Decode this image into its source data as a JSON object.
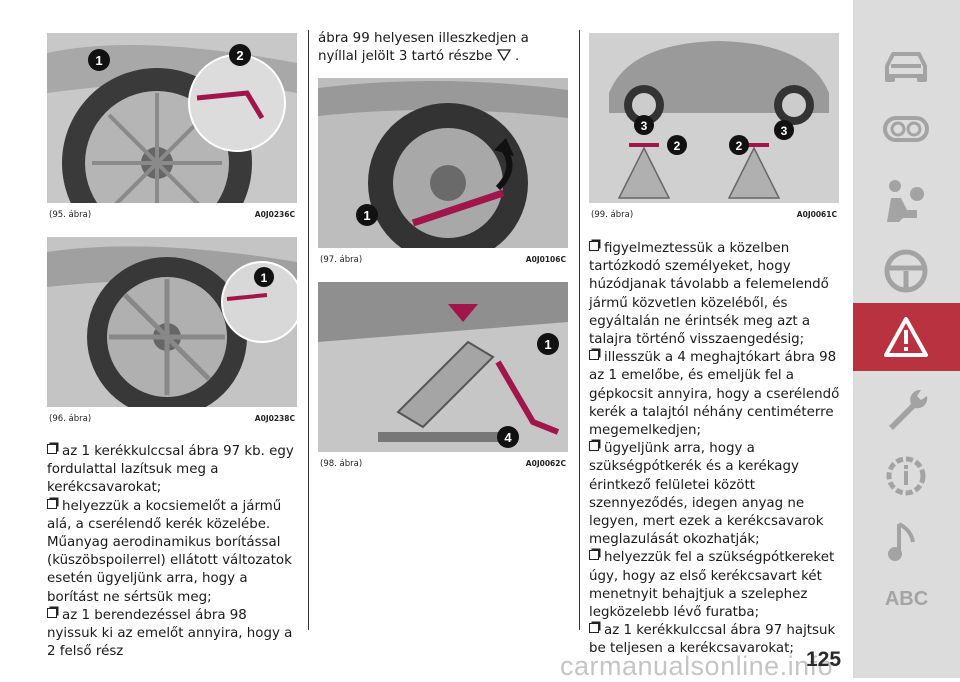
{
  "figures": {
    "fig95": {
      "label": "(95. ábra)",
      "code": "A0J0236C",
      "callouts": [
        "1",
        "2"
      ]
    },
    "fig96": {
      "label": "(96. ábra)",
      "code": "A0J0238C",
      "callouts": [
        "1"
      ]
    },
    "fig97": {
      "label": "(97. ábra)",
      "code": "A0J0106C",
      "callouts": [
        "1"
      ]
    },
    "fig98": {
      "label": "(98. ábra)",
      "code": "A0J0062C",
      "callouts": [
        "1",
        "4"
      ]
    },
    "fig99": {
      "label": "(99. ábra)",
      "code": "A0J0061C",
      "callouts": [
        "3",
        "2",
        "2",
        "3"
      ]
    }
  },
  "left_column": {
    "paragraphs": [
      "az 1 kerékkulccsal ábra 97 kb. egy fordulattal lazítsuk meg a kerékcsavarokat;",
      "helyezzük a kocsiemelőt a jármű alá, a cserélendő kerék közelébe. Műanyag aerodinamikus borítással (küszöbspoilerrel) ellátott változatok esetén ügyeljünk arra, hogy a borítást ne sértsük meg;",
      "az 1 berendezéssel ábra 98 nyissuk ki az emelőt annyira, hogy a 2 felső rész"
    ]
  },
  "middle_column": {
    "text_before": "ábra 99 helyesen illeszkedjen a nyíllal jelölt 3 tartó részbe",
    "text_after": "."
  },
  "right_column": {
    "paragraphs": [
      "figyelmeztessük a közelben tartózkodó személyeket, hogy húzódjanak távolabb a felemelendő jármű közvetlen közeléből, és egyáltalán ne érintsék meg azt a talajra történő visszaengedésig;",
      "illesszük a 4 meghajtókart ábra 98 az 1 emelőbe, és emeljük fel a gépkocsit annyira, hogy a cserélendő kerék a talajtól néhány centiméterre megemelkedjen;",
      "ügyeljünk arra, hogy a szükségpótkerék és a kerékagy érintkező felületei között szennyeződés, idegen anyag ne legyen, mert ezek a kerékcsavarok meglazulását okozhatják;",
      "helyezzük fel a szükségpótkereket úgy, hogy az első kerékcsavart két menetnyit behajtjuk a szelephez legközelebb lévő furatba;",
      "az 1 kerékkulccsal ábra 97 hajtsuk be teljesen a kerékcsavarokat;"
    ]
  },
  "sidebar": {
    "items": [
      {
        "icon": "car-icon"
      },
      {
        "icon": "dashboard-gauges-icon"
      },
      {
        "icon": "airbag-passenger-icon"
      },
      {
        "icon": "steering-wheel-icon"
      },
      {
        "icon": "warning-triangle-icon",
        "active": true
      },
      {
        "icon": "wrench-icon"
      },
      {
        "icon": "info-gear-icon"
      },
      {
        "icon": "music-note-icon"
      }
    ],
    "abc_label": "ABC",
    "active_color": "#b8323f",
    "bg_color": "#dcdcdc"
  },
  "page_number": "125",
  "watermark": "carmanualsonline.info"
}
